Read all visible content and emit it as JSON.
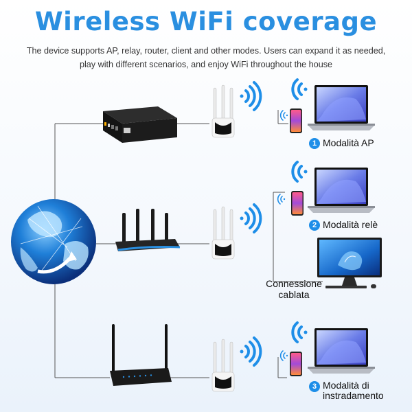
{
  "header": {
    "title": "Wireless WiFi coverage",
    "subtitle_line1": "The device supports AP, relay, router, client and other modes. Users can expand it as needed,",
    "subtitle_line2": "play with different scenarios, and enjoy WiFi throughout the house"
  },
  "modes": [
    {
      "number": "1",
      "label": "Modalità AP"
    },
    {
      "number": "2",
      "label": "Modalità relè"
    },
    {
      "number": "3",
      "label_line1": "Modalità di",
      "label_line2": "instradamento"
    }
  ],
  "wired": {
    "line1": "Connessione",
    "line2": "cablata"
  },
  "colors": {
    "title": "#2a8fe0",
    "wifi": "#1e8ee8",
    "line": "#555555",
    "badge": "#1e8ee8"
  },
  "icons": [
    "globe-icon",
    "set-top-box-icon",
    "router-icon",
    "repeater-icon",
    "wifi-signal-icon",
    "laptop-icon",
    "smartphone-icon",
    "desktop-monitor-icon"
  ]
}
